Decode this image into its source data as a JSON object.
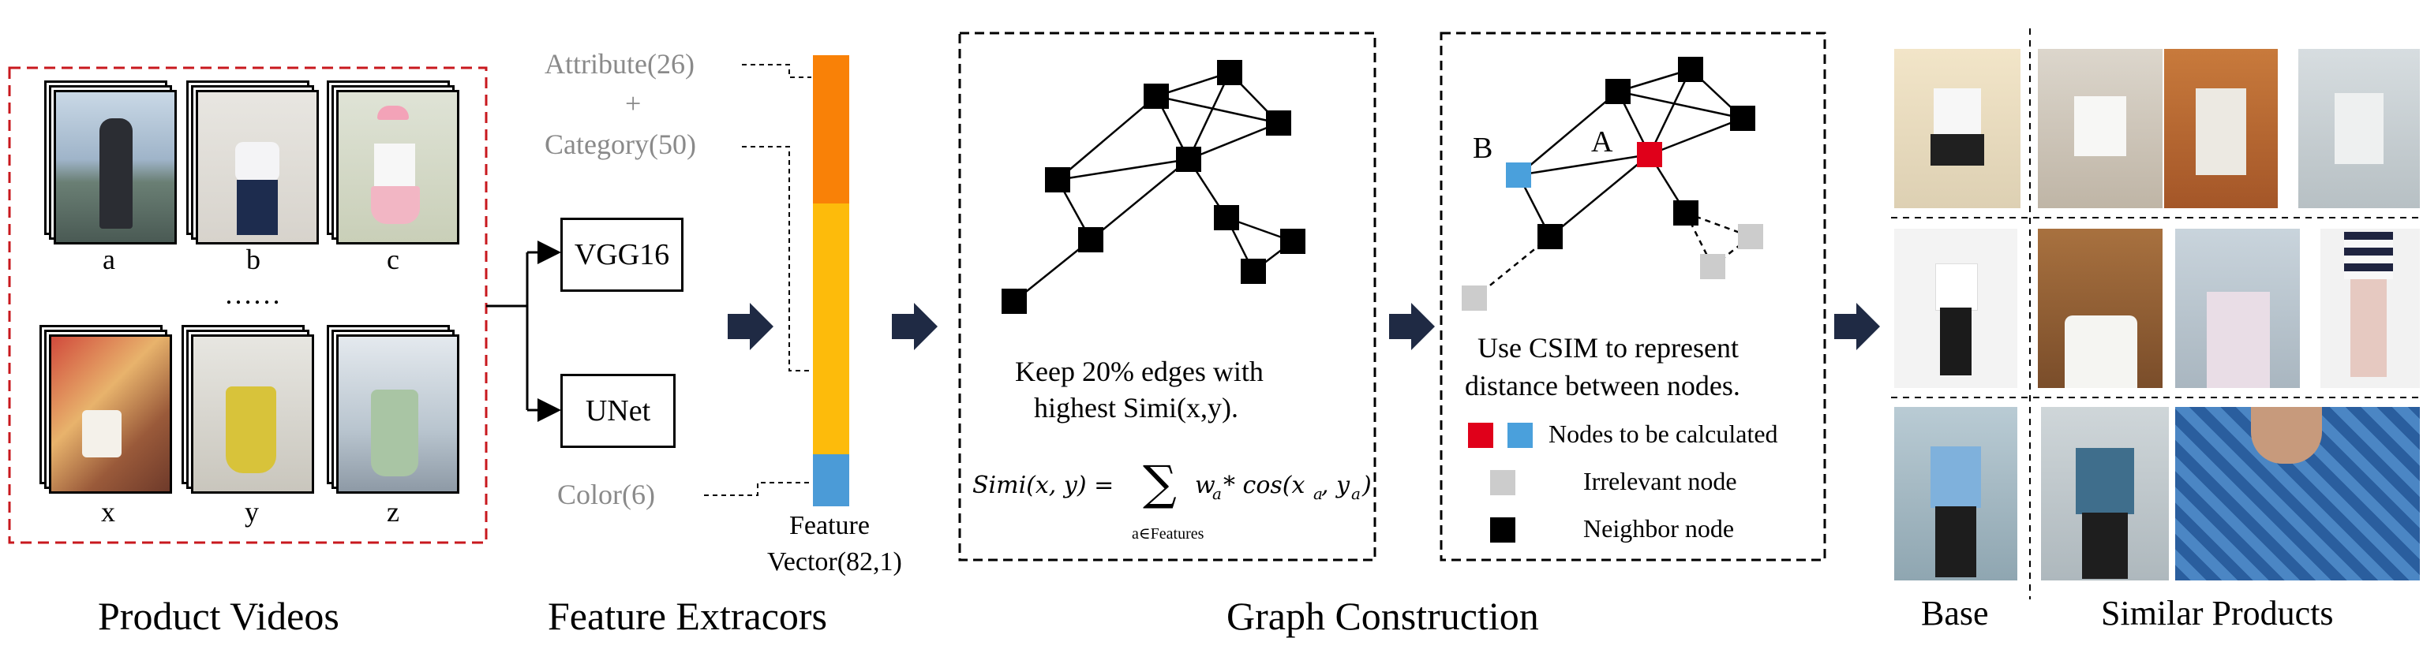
{
  "colors": {
    "accent_red": "#e0001a",
    "accent_blue": "#4aa0dc",
    "bar_orange": "#f98107",
    "bar_yellow": "#fdbb0b",
    "bar_blue": "#4b9bd7",
    "arrow_navy": "#1f2a44",
    "node_grey": "#cccccc",
    "dashed_red": "#c8181e"
  },
  "product_videos": {
    "caption": "Product Videos",
    "top_labels": [
      "a",
      "b",
      "c"
    ],
    "ellipsis": "……",
    "bottom_labels": [
      "x",
      "y",
      "z"
    ]
  },
  "feature_extractors": {
    "caption": "Feature Extracors",
    "vgg": "VGG16",
    "unet": "UNet",
    "attribute": "Attribute(26)",
    "plus": "+",
    "category": "Category(50)",
    "color": "Color(6)",
    "vector_line1": "Feature",
    "vector_line2": "Vector(82,1)"
  },
  "graph_construction": {
    "caption": "Graph Construction",
    "keep_line1": "Keep 20% edges with",
    "keep_line2": "highest Simi(x,y).",
    "formula_lhs": "Simi(x, y) = ",
    "formula_sum": "∑",
    "formula_rhs": "w",
    "formula_sub_a": "a",
    "formula_mid": " * cos(x",
    "formula_mid2": ", y",
    "formula_end": ")",
    "formula_under": "a∈Features",
    "node_b": "B",
    "node_a": "A",
    "csim_line1": "Use CSIM to represent",
    "csim_line2": "distance between nodes.",
    "legend_calc": "Nodes to be calculated",
    "legend_irrelevant": "Irrelevant node",
    "legend_neighbor": "Neighbor node"
  },
  "results": {
    "base": "Base",
    "similar": "Similar Products"
  }
}
